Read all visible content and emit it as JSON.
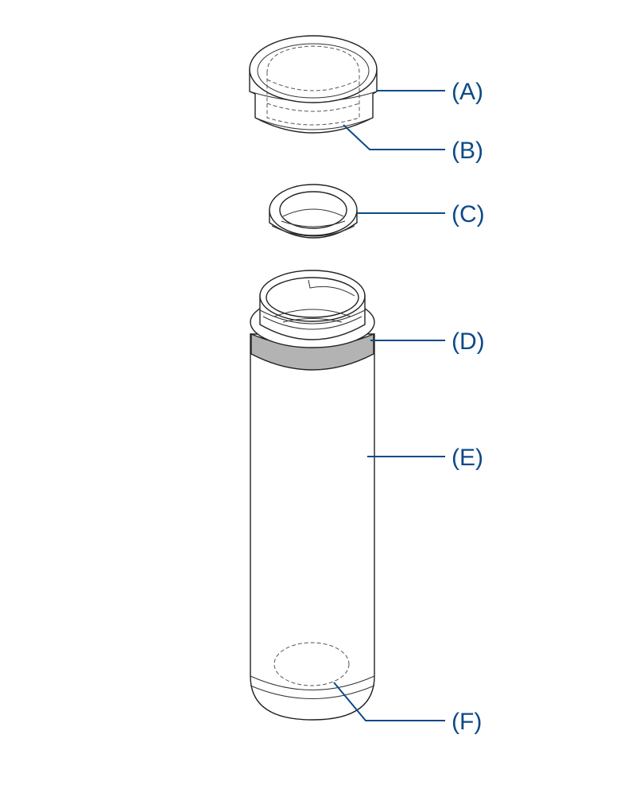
{
  "colors": {
    "line": "#222222",
    "callout": "#0d4a86",
    "band": "#b3b3b3",
    "background": "#ffffff"
  },
  "callouts": {
    "a": "(A)",
    "b": "(B)",
    "c": "(C)",
    "d": "(D)",
    "e": "(E)",
    "f": "(F)"
  }
}
